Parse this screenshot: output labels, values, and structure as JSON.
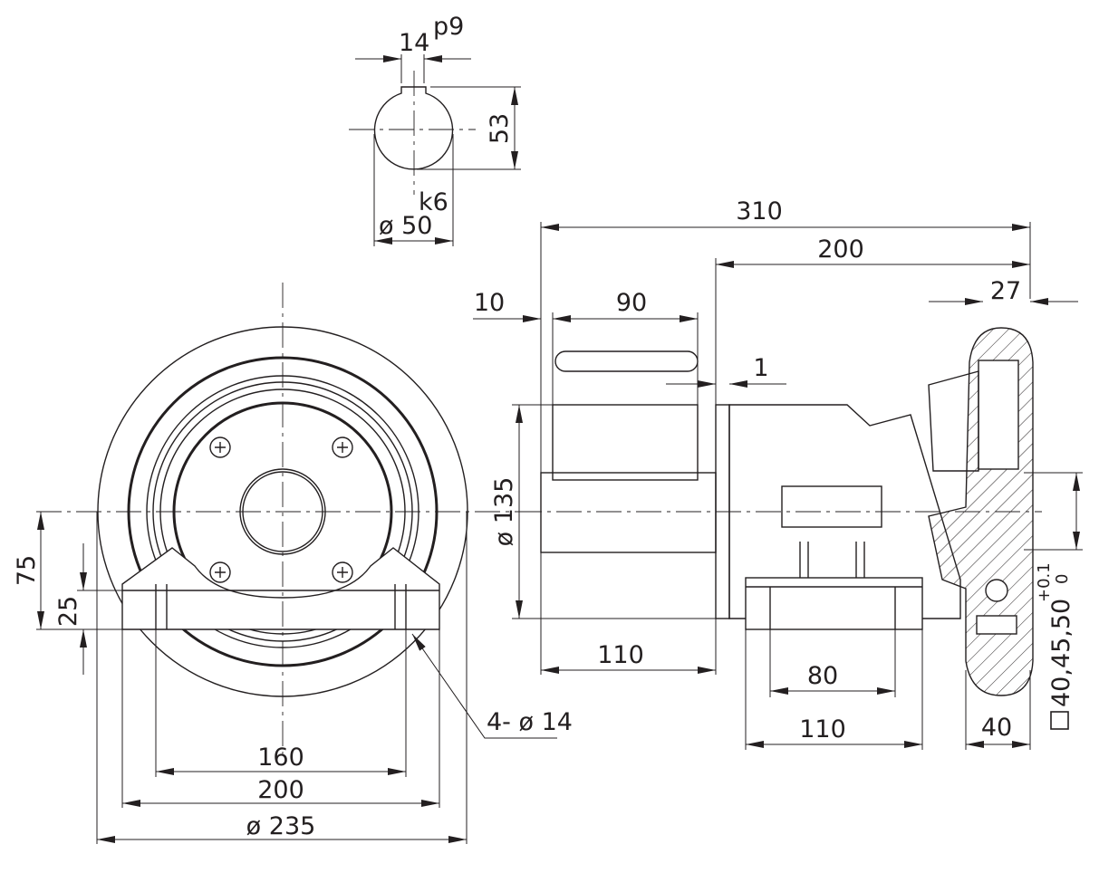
{
  "drawing": {
    "shaft_detail": {
      "key_width": "14",
      "key_tol": "p9",
      "key_height": "53",
      "shaft_tol": "k6",
      "shaft_dia": "ø 50"
    },
    "side_view": {
      "overall_length": "310",
      "body_length": "200",
      "wheel_offset": "27",
      "key_offset": "10",
      "key_length": "90",
      "gap": "1",
      "shaft_dia": "ø 135",
      "shaft_length": "110",
      "foot_hole_spacing": "80",
      "foot_length": "110",
      "wheel_width": "40",
      "bore_sizes": "40,45,50",
      "bore_tol_upper": "+0.1",
      "bore_tol_lower": "0"
    },
    "front_view": {
      "center_height": "75",
      "base_height": "25",
      "holes": "4- ø 14",
      "hole_spacing": "160",
      "base_width": "200",
      "outer_dia": "ø 235"
    }
  }
}
